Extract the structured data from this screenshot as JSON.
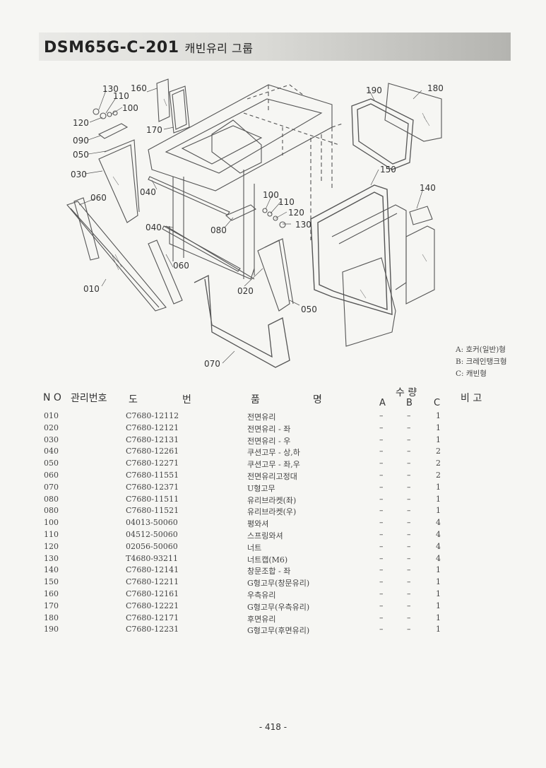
{
  "header": {
    "model": "DSM65G-C-201",
    "subtitle": "캐빈유리 그룹"
  },
  "callouts": [
    "130",
    "110",
    "100",
    "120",
    "090",
    "050",
    "030",
    "060",
    "010",
    "160",
    "170",
    "040",
    "040",
    "080",
    "100",
    "110",
    "120",
    "130",
    "060",
    "020",
    "050",
    "070",
    "190",
    "180",
    "150",
    "140"
  ],
  "legend": {
    "a": "A: 호커(일반)형",
    "b": "B: 크레인탱크형",
    "c": "C: 캐빈형"
  },
  "table": {
    "headers": {
      "no": "N O",
      "mgmt": "관리번호",
      "drawing": "도",
      "drawing2": "번",
      "name": "품",
      "name2": "명",
      "qty": "수 량",
      "qty_a": "A",
      "qty_b": "B",
      "qty_c": "C",
      "remark": "비 고"
    },
    "rows": [
      {
        "no": "010",
        "part": "C7680-12112",
        "name": "전면유리",
        "a": "–",
        "b": "–",
        "c": "1"
      },
      {
        "no": "020",
        "part": "C7680-12121",
        "name": "전면유리 - 좌",
        "a": "–",
        "b": "–",
        "c": "1"
      },
      {
        "no": "030",
        "part": "C7680-12131",
        "name": "전면유리 - 우",
        "a": "–",
        "b": "–",
        "c": "1"
      },
      {
        "no": "040",
        "part": "C7680-12261",
        "name": "쿠션고무 - 상,하",
        "a": "–",
        "b": "–",
        "c": "2"
      },
      {
        "no": "050",
        "part": "C7680-12271",
        "name": "쿠션고무 - 좌,우",
        "a": "–",
        "b": "–",
        "c": "2"
      },
      {
        "no": "060",
        "part": "C7680-11551",
        "name": "전면유리고정대",
        "a": "–",
        "b": "–",
        "c": "2"
      },
      {
        "no": "070",
        "part": "C7680-12371",
        "name": "U형고무",
        "a": "–",
        "b": "–",
        "c": "1"
      },
      {
        "no": "080",
        "part": "C7680-11511",
        "name": "유리브라켓(좌)",
        "a": "–",
        "b": "–",
        "c": "1"
      },
      {
        "no": "080",
        "part": "C7680-11521",
        "name": "유리브라켓(우)",
        "a": "–",
        "b": "–",
        "c": "1"
      },
      {
        "no": "100",
        "part": "04013-50060",
        "name": "평와셔",
        "a": "–",
        "b": "–",
        "c": "4"
      },
      {
        "no": "110",
        "part": "04512-50060",
        "name": "스프링와셔",
        "a": "–",
        "b": "–",
        "c": "4"
      },
      {
        "no": "120",
        "part": "02056-50060",
        "name": "너트",
        "a": "–",
        "b": "–",
        "c": "4"
      },
      {
        "no": "130",
        "part": "T4680-93211",
        "name": "너트캡(M6)",
        "a": "–",
        "b": "–",
        "c": "4"
      },
      {
        "no": "140",
        "part": "C7680-12141",
        "name": "창문조합 - 좌",
        "a": "–",
        "b": "–",
        "c": "1"
      },
      {
        "no": "150",
        "part": "C7680-12211",
        "name": "G형고무(창문유리)",
        "a": "–",
        "b": "–",
        "c": "1"
      },
      {
        "no": "160",
        "part": "C7680-12161",
        "name": "우측유리",
        "a": "–",
        "b": "–",
        "c": "1"
      },
      {
        "no": "170",
        "part": "C7680-12221",
        "name": "G형고무(우측유리)",
        "a": "–",
        "b": "–",
        "c": "1"
      },
      {
        "no": "180",
        "part": "C7680-12171",
        "name": "후면유리",
        "a": "–",
        "b": "–",
        "c": "1"
      },
      {
        "no": "190",
        "part": "C7680-12231",
        "name": "G형고무(후면유리)",
        "a": "–",
        "b": "–",
        "c": "1"
      }
    ]
  },
  "page_number": "- 418 -"
}
